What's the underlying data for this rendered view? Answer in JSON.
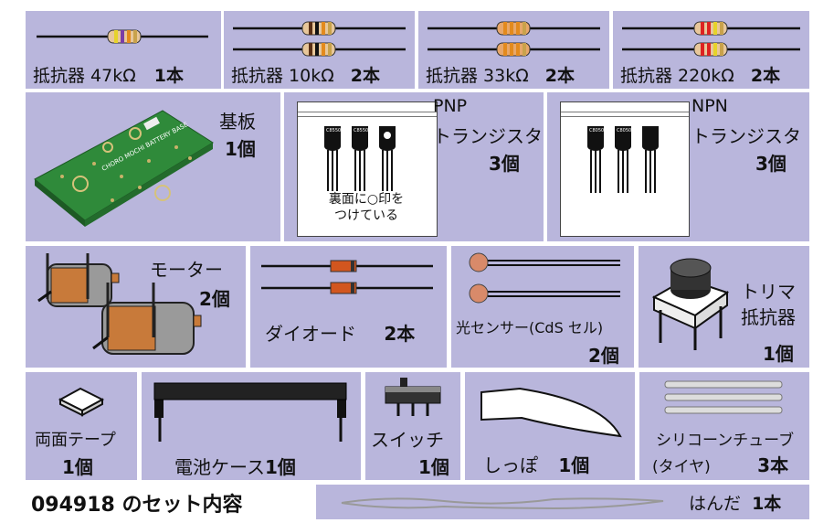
{
  "resistors": [
    {
      "label": "抵抗器 47kΩ",
      "qty": "1本"
    },
    {
      "label": "抵抗器 10kΩ",
      "qty": "2本"
    },
    {
      "label": "抵抗器 33kΩ",
      "qty": "2本"
    },
    {
      "label": "抵抗器 220kΩ",
      "qty": "2本"
    }
  ],
  "board": {
    "name": "基板",
    "qty": "1個",
    "silk": "CHORO MOCHI BATTERY BASE"
  },
  "pnp": {
    "line1": "PNP",
    "line2": "トランジスタ",
    "qty": "3個",
    "note1": "裏面に○印を",
    "note2": "つけている",
    "chip": "C8550"
  },
  "npn": {
    "line1": "NPN",
    "line2": "トランジスタ",
    "qty": "3個",
    "chip": "C8050"
  },
  "motor": {
    "name": "モーター",
    "qty": "2個"
  },
  "diode": {
    "name": "ダイオード",
    "qty": "2本"
  },
  "sensor": {
    "name": "光センサー(CdS セル)",
    "qty": "2個"
  },
  "trimmer": {
    "line1": "トリマ",
    "line2": "抵抗器",
    "qty": "1個"
  },
  "tape": {
    "name": "両面テープ",
    "qty": "1個"
  },
  "battery_case": {
    "name": "電池ケース",
    "qty": "1個"
  },
  "switch": {
    "name": "スイッチ",
    "qty": "1個"
  },
  "tail": {
    "name": "しっぽ",
    "qty": "1個"
  },
  "tube": {
    "line1": "シリコーンチューブ",
    "line2": "(タイヤ)",
    "qty": "3本"
  },
  "solder": {
    "name": "はんだ",
    "qty": "1本"
  },
  "footer": {
    "title": "094918 のセット内容"
  },
  "colors": {
    "panel": "#b9b6dc",
    "board_green": "#2f8a3a",
    "copper": "#c87a3a",
    "diode_body": "#d2561f"
  }
}
